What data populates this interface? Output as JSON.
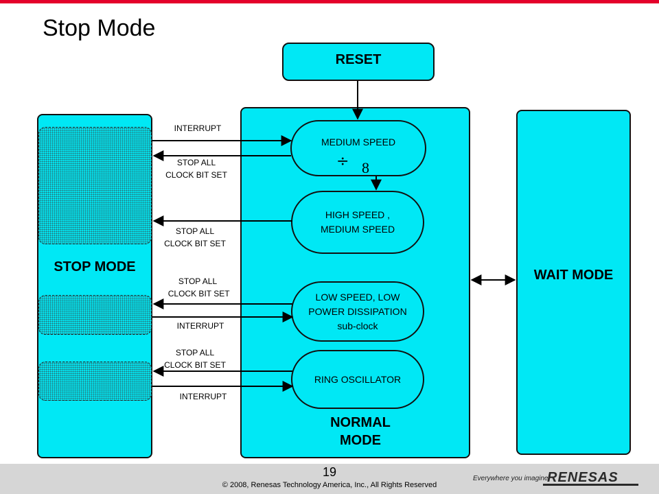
{
  "title": "Stop Mode",
  "reset_label": "RESET",
  "stop_mode_label": "STOP MODE",
  "wait_mode_label": "WAIT MODE",
  "normal_mode_label": "NORMAL\nMODE",
  "states": {
    "medium_speed": "MEDIUM SPEED",
    "divider": "8",
    "high_speed": "HIGH SPEED ,\nMEDIUM SPEED",
    "low_speed": "LOW SPEED, LOW\nPOWER DISSIPATION\nsub-clock",
    "ring_oscillator": "RING OSCILLATOR"
  },
  "transitions": {
    "interrupt_1": "INTERRUPT",
    "stop_all_1": "STOP ALL\nCLOCK BIT SET",
    "stop_all_2": "STOP ALL\nCLOCK BIT SET",
    "stop_all_3": "STOP ALL\n CLOCK BIT SET",
    "interrupt_3": "INTERRUPT",
    "stop_all_4": "STOP ALL\nCLOCK BIT SET",
    "interrupt_4": "INTERRUPT"
  },
  "colors": {
    "cyan": "#00e8f5",
    "accent": "#e4002b",
    "footer": "#d6d6d6"
  },
  "footer": {
    "page_number": "19",
    "copyright": "© 2008, Renesas Technology America, Inc., All Rights Reserved",
    "slogan": "Everywhere you imagine.",
    "brand": "RENESAS"
  }
}
